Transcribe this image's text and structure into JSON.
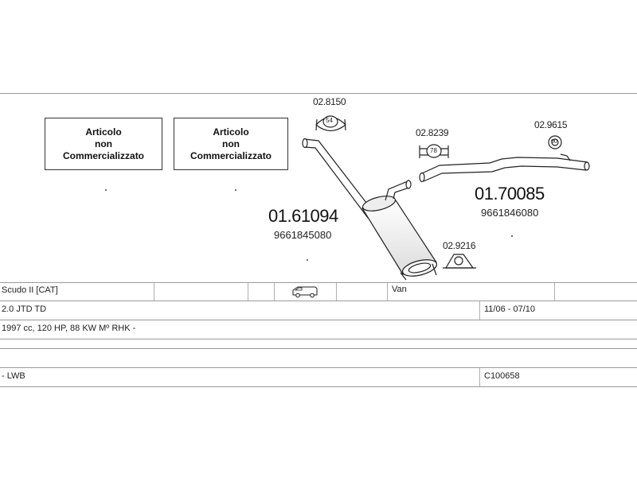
{
  "boxes": [
    {
      "line1": "Articolo",
      "line2": "non",
      "line3": "Commercializzato"
    },
    {
      "line1": "Articolo",
      "line2": "non",
      "line3": "Commercializzato"
    }
  ],
  "parts": {
    "clamp_a": {
      "code": "02.8150",
      "badge": "54"
    },
    "clamp_b": {
      "code": "02.8239",
      "badge": "78"
    },
    "clamp_c": {
      "code": "02.9615",
      "badge": "00"
    },
    "hanger": {
      "code": "02.9216"
    },
    "silencer_front": {
      "code": "01.61094",
      "oem": "9661845080"
    },
    "silencer_rear": {
      "code": "01.70085",
      "oem": "9661846080"
    }
  },
  "table": {
    "row1": {
      "model": "Scudo II  [CAT]",
      "body": "Van",
      "vehicle_icon": "van-icon"
    },
    "row2": {
      "engine": "2.0  JTD TD",
      "years": "11/06 - 07/10"
    },
    "row3": {
      "spec": "1997 cc, 120 HP, 88 KW Mº RHK -"
    },
    "row5": {
      "variant": "- LWB",
      "ref": "C100658"
    }
  }
}
